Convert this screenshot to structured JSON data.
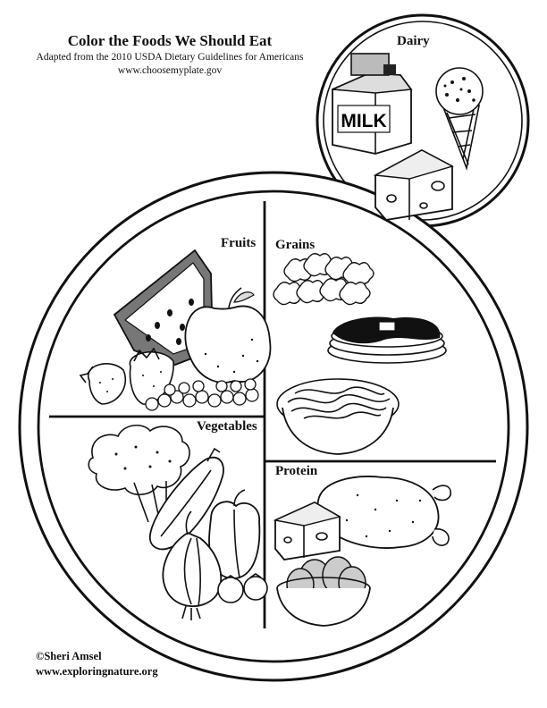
{
  "header": {
    "title": "Color the Foods We Should Eat",
    "subtitle": "Adapted from the 2010 USDA Dietary Guidelines for Americans",
    "url": "www.choosemyplate.gov"
  },
  "dairy": {
    "label": "Dairy",
    "milk_text": "MILK",
    "icons": [
      "milk-carton-icon",
      "ice-cream-cone-icon",
      "cheese-wedge-icon"
    ]
  },
  "plate": {
    "sections": {
      "fruits": {
        "label": "Fruits",
        "icons": [
          "watermelon-slice-icon",
          "apple-icon",
          "strawberries-icon",
          "grapes-icon"
        ]
      },
      "grains": {
        "label": "Grains",
        "icons": [
          "cereal-icon",
          "pancakes-icon",
          "spaghetti-bowl-icon"
        ]
      },
      "vegetables": {
        "label": "Vegetables",
        "icons": [
          "broccoli-icon",
          "squash-icon",
          "pepper-icon",
          "onion-icon",
          "tomatoes-icon"
        ]
      },
      "protein": {
        "label": "Protein",
        "icons": [
          "roast-chicken-icon",
          "cheese-icon",
          "eggs-bowl-icon"
        ]
      }
    }
  },
  "footer": {
    "copyright": "©Sheri Amsel",
    "website": "www.exploringnature.org"
  }
}
